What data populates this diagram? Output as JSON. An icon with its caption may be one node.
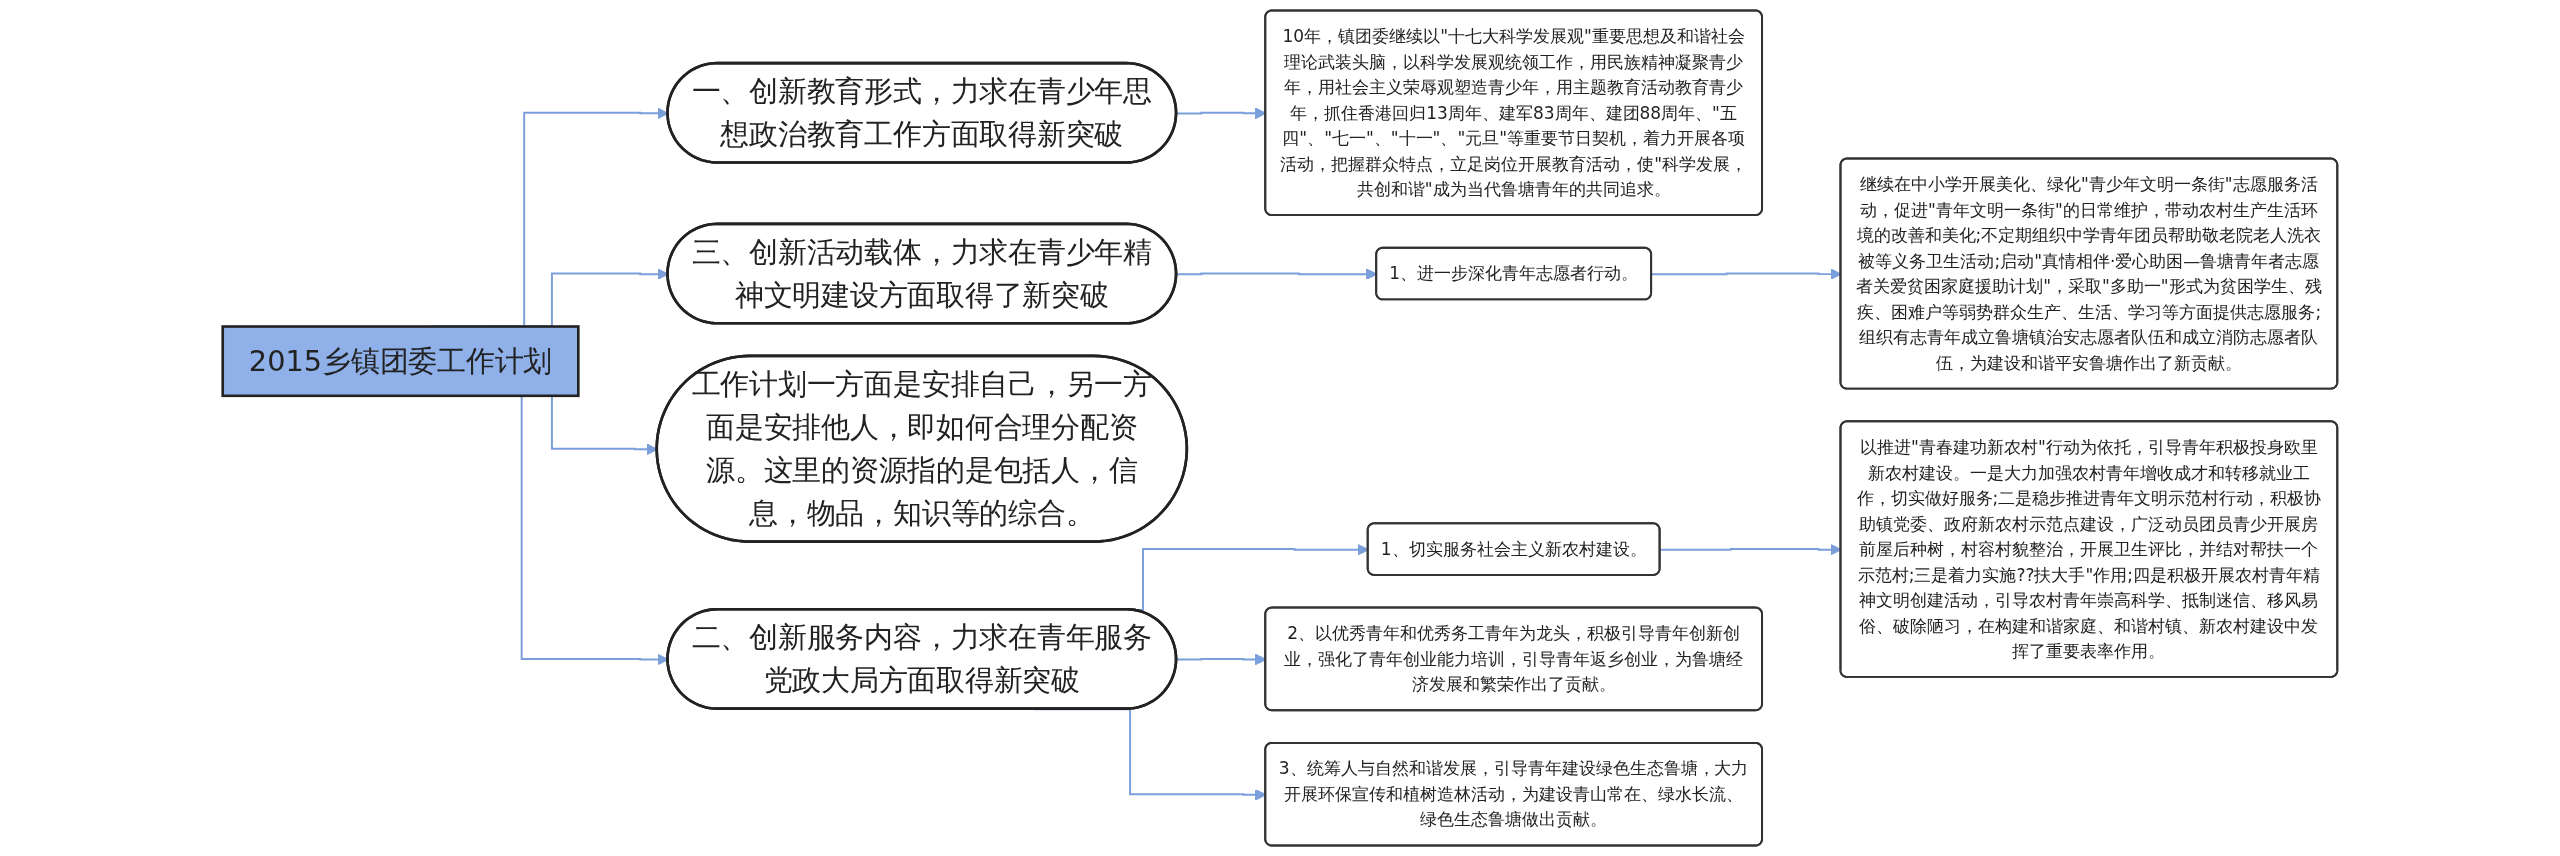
{
  "diagram": {
    "nodes": [
      {
        "text": [
          "2015乡镇团委工作计划"
        ]
      },
      {
        "text": [
          "一、创新教育形式，力求在青少年思想政治教育工作方面取得新突破"
        ]
      },
      {
        "text": [
          "10年，镇团委继续以\"十七大科学发展观\"重要思想及和谐社会理论武装头脑，以科学发展观统领工作，用民族精神凝聚青少年，用社会主义荣辱观塑造青少年，用主题教育活动教育青少年，抓住香港回归13周年、建军83周年、建团88周年、\"五四\"、\"七一\"、\"十一\"、\"元旦\"等重要节日契机，着力开展各项活动，把握群众特点，立足岗位开展教育活动，使\"科学发展，共创和谐\"成为当代鲁塘青年的共同追求。"
        ]
      },
      {
        "text": [
          "三、创新活动载体，力求在青少年精神文明建设方面取得了新突破"
        ]
      },
      {
        "text": [
          "1、进一步深化青年志愿者行动。"
        ]
      },
      {
        "text": [
          "继续在中小学开展美化、绿化\"青少年文明一条街\"志愿服务活动，促进\"青年文明一条街\"的日常维护，带动农村生产生活环境的改善和美化;不定期组织中学青年团员帮助敬老院老人洗衣被等义务卫生活动;启动\"真情相伴·爱心助困—鲁塘青年者志愿者关爱贫困家庭援助计划\"，采取\"多助一\"形式为贫困学生、残疾、困难户等弱势群众生产、生活、学习等方面提供志愿服务;组织有志青年成立鲁塘镇治安志愿者队伍和成立消防志愿者队伍，为建设和谐平安鲁塘作出了新贡献。"
        ]
      },
      {
        "text": [
          "工作计划一方面是安排自己，另一方面是安排他人，即如何合理分配资源。这里的资源指的是包括人，信息，物品，知识等的综合。"
        ]
      },
      {
        "text": [
          "二、创新服务内容，力求在青年服务党政大局方面取得新突破"
        ]
      },
      {
        "text": [
          "1、切实服务社会主义新农村建设。"
        ]
      },
      {
        "text": [
          "以推进\"青春建功新农村\"行动为依托，引导青年积极投身欧里新农村建设。一是大力加强农村青年增收成才和转移就业工作，切实做好服务;二是稳步推进青年文明示范村行动，积极协助镇党委、政府新农村示范点建设，广泛动员团员青少开展房前屋后种树，村容村貌整治，开展卫生评比，并结对帮扶一个示范村;三是着力实施??扶大手\"作用;四是积极开展农村青年精神文明创建活动，引导农村青年崇高科学、抵制迷信、移风易俗、破除陋习，在构建和谐家庭、和谐村镇、新农村建设中发挥了重要表率作用。"
        ]
      },
      {
        "text": [
          "2、以优秀青年和优秀务工青年为龙头，积极引导青年创新创业，强化了青年创业能力培训，引导青年返乡创业，为鲁塘经济发展和繁荣作出了贡献。"
        ]
      },
      {
        "text": [
          "3、统筹人与自然和谐发展，引导青年建设绿色生态鲁塘，大力开展环保宣传和植树造林活动，为建设青山常在、绿水长流、绿色生态鲁塘做出贡献。"
        ]
      }
    ],
    "edges": [
      {
        "from": 0,
        "to": 1,
        "arrow": "to"
      },
      {
        "from": 1,
        "to": 2,
        "arrow": "to"
      },
      {
        "from": 0,
        "to": 3,
        "arrow": "to"
      },
      {
        "from": 3,
        "to": 4,
        "arrow": "to"
      },
      {
        "from": 4,
        "to": 5,
        "arrow": "to"
      },
      {
        "from": 0,
        "to": 6,
        "arrow": "to"
      },
      {
        "from": 0,
        "to": 7,
        "arrow": "to"
      },
      {
        "from": 7,
        "to": 8,
        "arrow": "to"
      },
      {
        "from": 8,
        "to": 9,
        "arrow": "to"
      },
      {
        "from": 7,
        "to": 10,
        "arrow": "to"
      },
      {
        "from": 7,
        "to": 11,
        "arrow": "to"
      }
    ]
  }
}
